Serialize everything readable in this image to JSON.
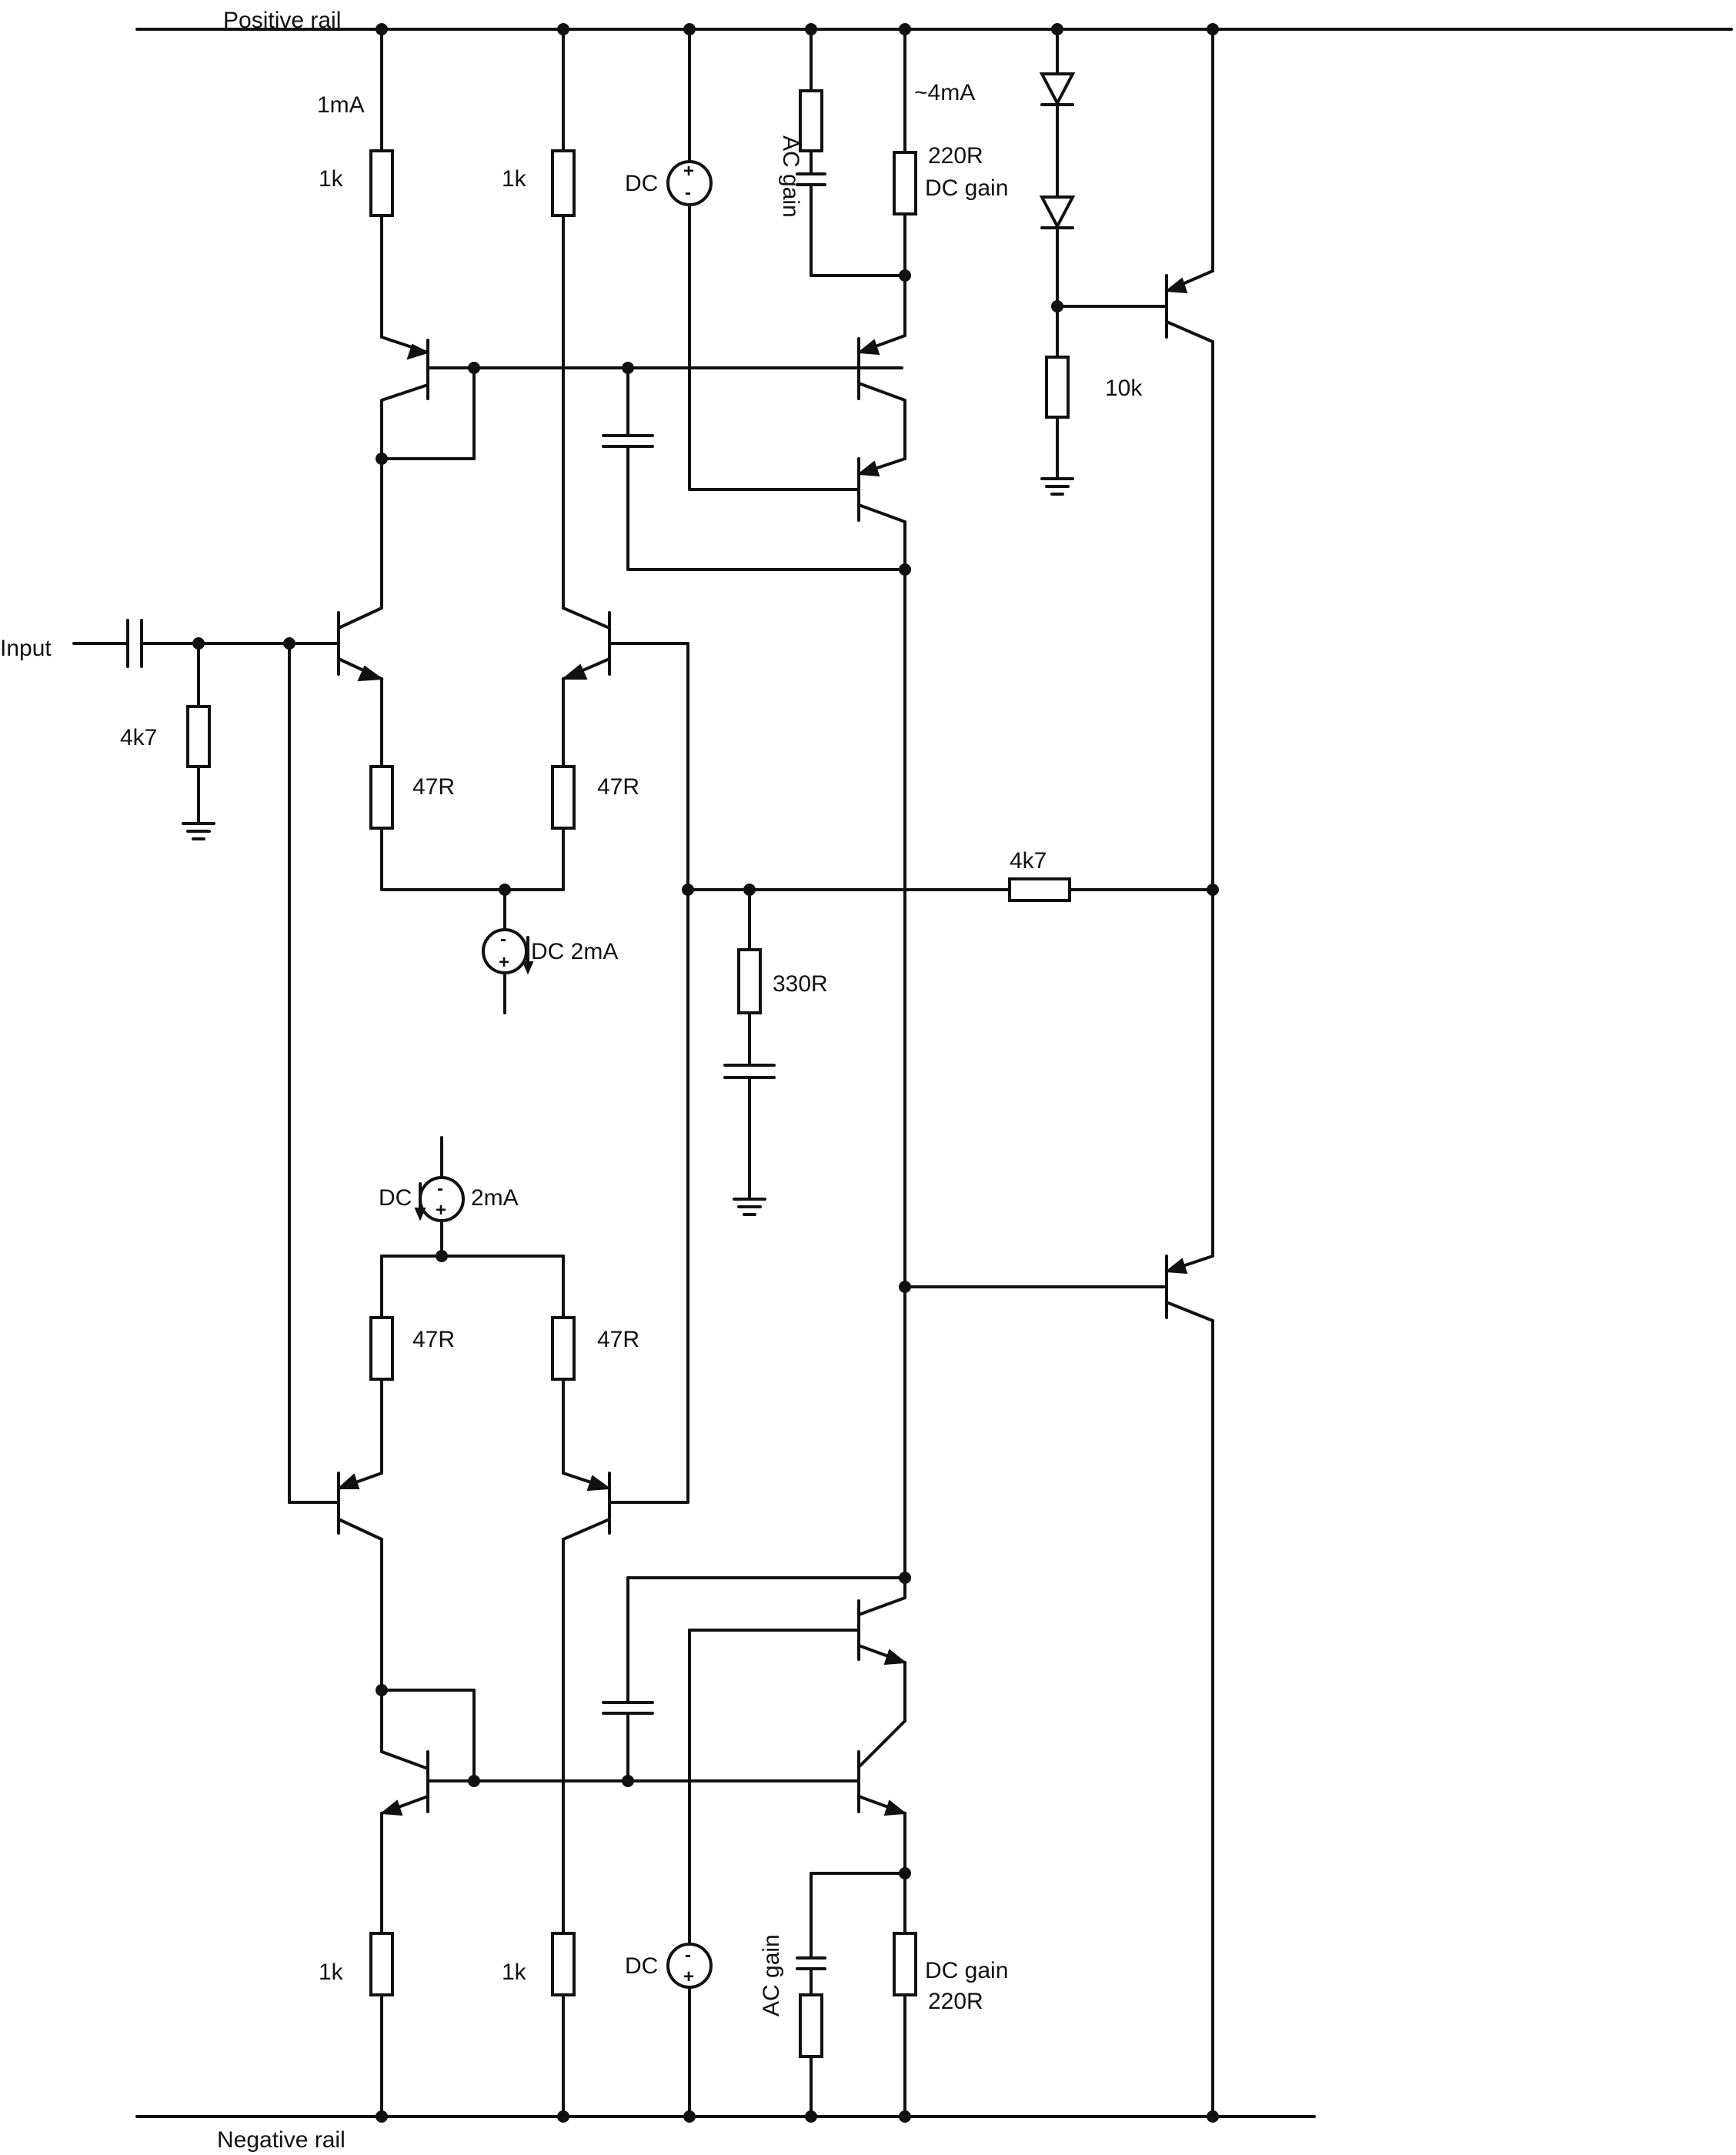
{
  "labels": {
    "positive_rail": "Positive rail",
    "negative_rail": "Negative rail",
    "input": "Input",
    "r_top_left_current": "1mA",
    "r_top_left": "1k",
    "r_top_mid": "1k",
    "dc_source_top": "DC",
    "ac_gain_top": "AC gain",
    "vas_current": "~4mA",
    "dc_gain_top_value": "220R",
    "dc_gain_top": "DC gain",
    "r_bias": "10k",
    "r_input": "4k7",
    "r_emitter_tl": "47R",
    "r_emitter_tr": "47R",
    "tail_source_top": "DC 2mA",
    "r_feedback": "4k7",
    "r_feedback_shunt": "330R",
    "tail_source_bottom_dc": "DC",
    "tail_source_bottom_current": "2mA",
    "r_emitter_bl": "47R",
    "r_emitter_br": "47R",
    "r_bottom_left": "1k",
    "r_bottom_mid": "1k",
    "dc_source_bottom": "DC",
    "ac_gain_bottom": "AC gain",
    "dc_gain_bottom": "DC gain",
    "dc_gain_bottom_value": "220R"
  },
  "source_signs": {
    "plus": "+",
    "minus": "-"
  }
}
